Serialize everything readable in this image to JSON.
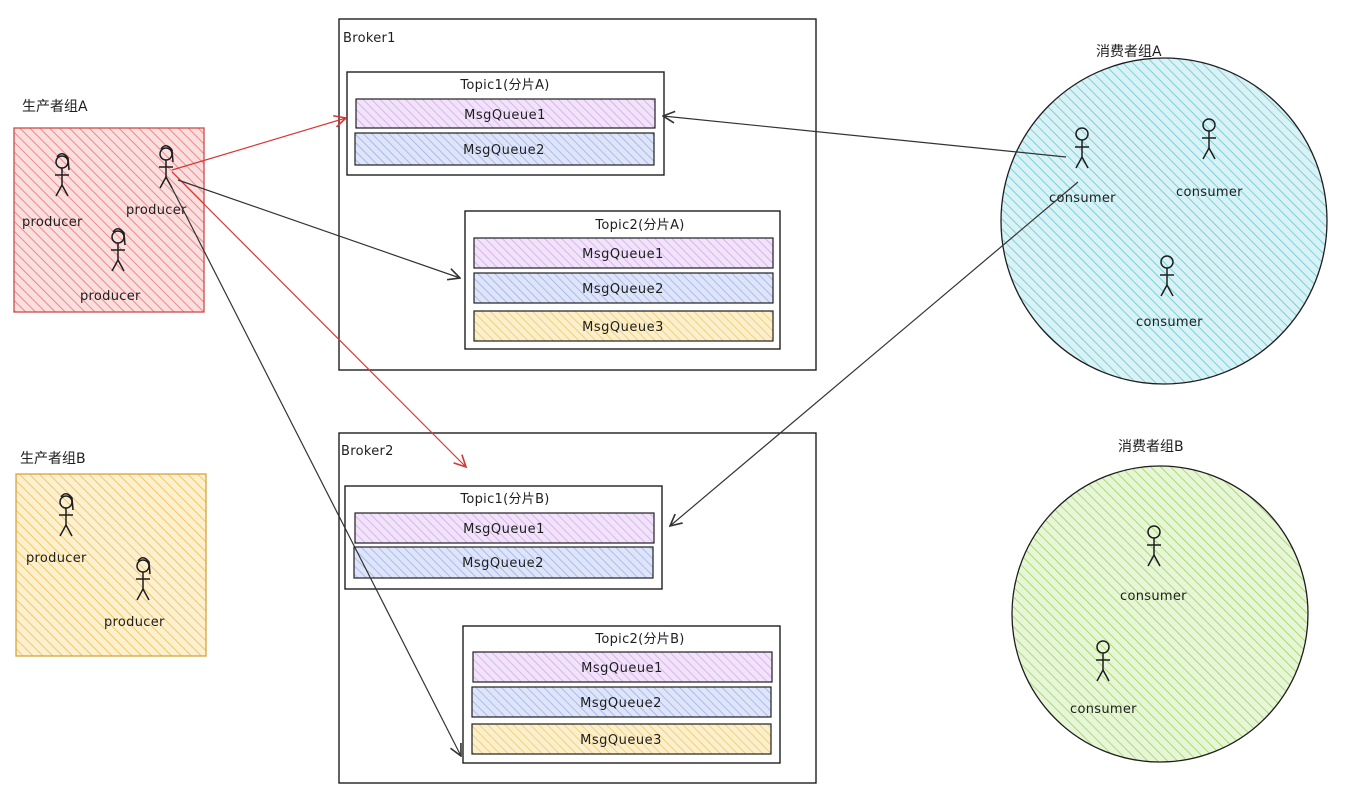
{
  "producer_groups": [
    {
      "label": "生产者组A",
      "fill": "#f4a6a6",
      "members": [
        "producer",
        "producer",
        "producer"
      ]
    },
    {
      "label": "生产者组B",
      "fill": "#f7d68a",
      "members": [
        "producer",
        "producer"
      ]
    }
  ],
  "brokers": [
    {
      "label": "Broker1",
      "topics": [
        {
          "label": "Topic1(分片A)",
          "queues": [
            "MsgQueue1",
            "MsgQueue2"
          ]
        },
        {
          "label": "Topic2(分片A)",
          "queues": [
            "MsgQueue1",
            "MsgQueue2",
            "MsgQueue3"
          ]
        }
      ]
    },
    {
      "label": "Broker2",
      "topics": [
        {
          "label": "Topic1(分片B)",
          "queues": [
            "MsgQueue1",
            "MsgQueue2"
          ]
        },
        {
          "label": "Topic2(分片B)",
          "queues": [
            "MsgQueue1",
            "MsgQueue2",
            "MsgQueue3"
          ]
        }
      ]
    }
  ],
  "consumer_groups": [
    {
      "label": "消费者组A",
      "fill": "#8fd6e0",
      "members": [
        "consumer",
        "consumer",
        "consumer"
      ]
    },
    {
      "label": "消费者组B",
      "fill": "#b6e08a",
      "members": [
        "consumer",
        "consumer"
      ]
    }
  ],
  "colors": {
    "queue1": "#e3c2f2",
    "queue2": "#b9c5f2",
    "queue3": "#f7dfa0",
    "arrow_red": "#d93636",
    "arrow_dark": "#333333"
  }
}
